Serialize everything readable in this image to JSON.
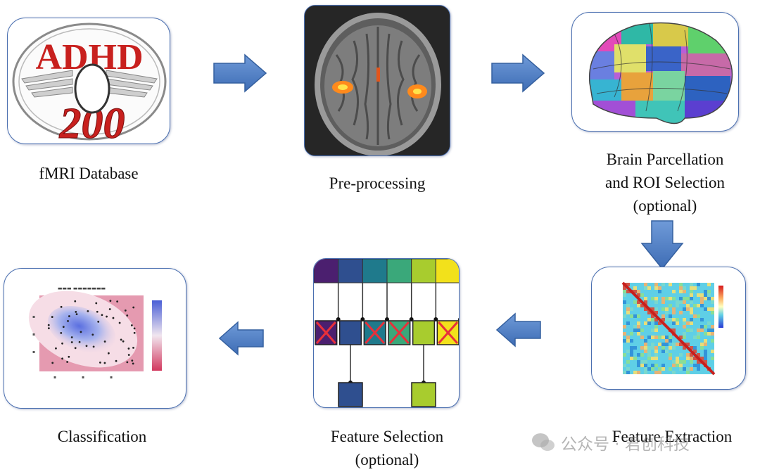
{
  "steps": {
    "fmri_database": {
      "label": "fMRI Database",
      "logo_text_top": "ADHD",
      "logo_text_bottom": "200"
    },
    "preprocessing": {
      "label": "Pre-processing"
    },
    "parcellation": {
      "label_line1": "Brain Parcellation",
      "label_line2": "and ROI Selection",
      "label_line3": "(optional)"
    },
    "feature_extraction": {
      "label": "Feature Extraction"
    },
    "feature_selection": {
      "label_line1": "Feature Selection",
      "label_line2": "(optional)"
    },
    "classification": {
      "label": "Classification"
    }
  },
  "watermark": {
    "text": "公众号 · 君创科技"
  },
  "colors": {
    "panel_border": "#4a6fb0",
    "arrow_fill": "#4f81c7",
    "feature_colors": [
      "#4b1f6f",
      "#2f4f8f",
      "#1f7a8c",
      "#3aa87a",
      "#a8cc2e",
      "#f2e11b"
    ],
    "cross_color": "#e8303a"
  }
}
